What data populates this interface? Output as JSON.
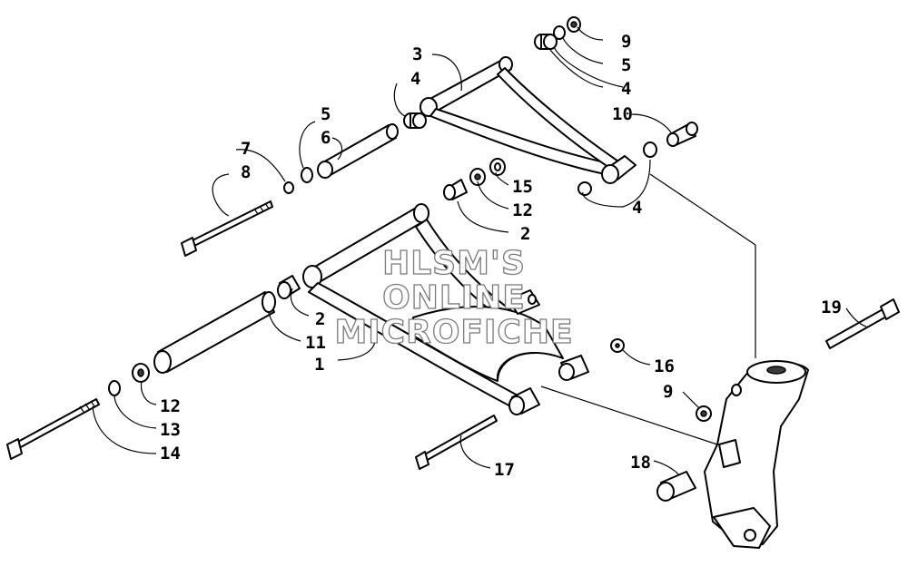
{
  "watermark": {
    "line1": "HLSM'S",
    "line2": "ONLINE",
    "line3": "MICROFICHE"
  },
  "callouts": [
    {
      "id": "c1",
      "label": "1"
    },
    {
      "id": "c2a",
      "label": "2"
    },
    {
      "id": "c2b",
      "label": "2"
    },
    {
      "id": "c3",
      "label": "3"
    },
    {
      "id": "c4a",
      "label": "4"
    },
    {
      "id": "c4b",
      "label": "4"
    },
    {
      "id": "c4c",
      "label": "4"
    },
    {
      "id": "c5a",
      "label": "5"
    },
    {
      "id": "c5b",
      "label": "5"
    },
    {
      "id": "c6",
      "label": "6"
    },
    {
      "id": "c7",
      "label": "7"
    },
    {
      "id": "c8",
      "label": "8"
    },
    {
      "id": "c9a",
      "label": "9"
    },
    {
      "id": "c9b",
      "label": "9"
    },
    {
      "id": "c10",
      "label": "10"
    },
    {
      "id": "c11",
      "label": "11"
    },
    {
      "id": "c12a",
      "label": "12"
    },
    {
      "id": "c12b",
      "label": "12"
    },
    {
      "id": "c13",
      "label": "13"
    },
    {
      "id": "c14",
      "label": "14"
    },
    {
      "id": "c15",
      "label": "15"
    },
    {
      "id": "c16",
      "label": "16"
    },
    {
      "id": "c17",
      "label": "17"
    },
    {
      "id": "c18",
      "label": "18"
    },
    {
      "id": "c19",
      "label": "19"
    }
  ]
}
